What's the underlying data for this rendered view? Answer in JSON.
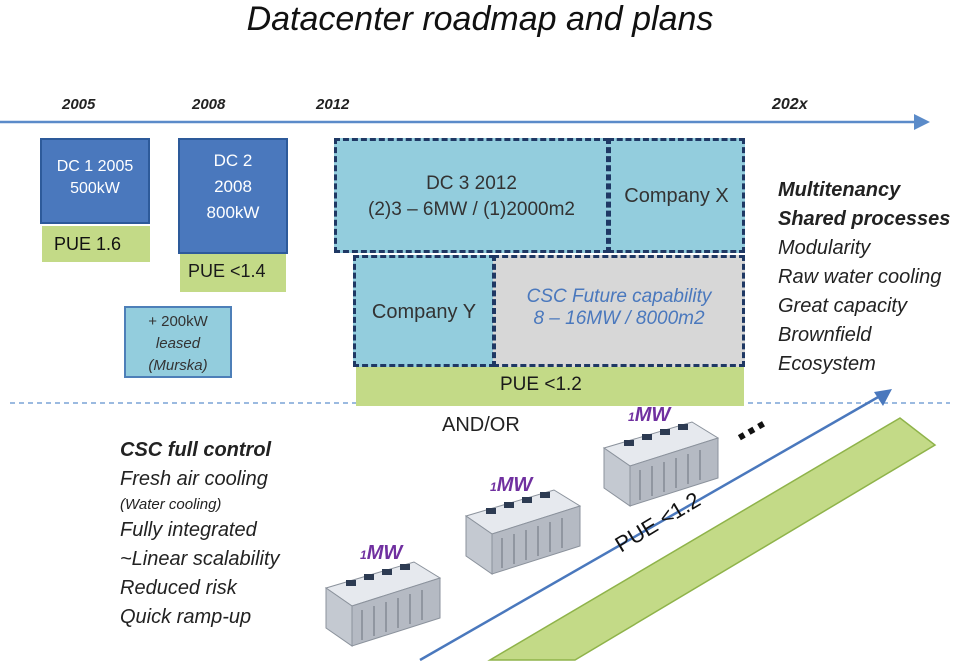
{
  "title": "Datacenter roadmap and plans",
  "timeline": {
    "years": [
      "2005",
      "2008",
      "2012",
      "202x"
    ]
  },
  "dc1": {
    "line1": "DC 1 2005",
    "line2": "500kW",
    "pue": "PUE 1.6"
  },
  "dc2": {
    "line1": "DC 2",
    "line2": "2008",
    "line3": "800kW",
    "pue": "PUE <1.4"
  },
  "leased": {
    "line1": "+ 200kW",
    "line2": "leased",
    "line3": "(Murska)"
  },
  "dc3": {
    "line1": "DC 3 2012",
    "line2": "(2)3 – 6MW / (1)2000m2"
  },
  "company_x": "Company X",
  "company_y": "Company Y",
  "csc_future": {
    "line1": "CSC Future capability",
    "line2": "8 – 16MW / 8000m2"
  },
  "pue_dc3": "PUE <1.2",
  "and_or": "AND/OR",
  "csc_control": {
    "heading": "CSC full control",
    "items": [
      "Fresh air cooling",
      "(Water cooling)",
      "Fully integrated",
      "~Linear scalability",
      "Reduced risk",
      "Quick ramp-up"
    ]
  },
  "features": [
    "Multitenancy",
    "Shared processes",
    "Modularity",
    "Raw water cooling",
    "Great capacity",
    "Brownfield",
    "Ecosystem"
  ],
  "modules": [
    {
      "num": "1",
      "unit": "MW"
    },
    {
      "num": "1",
      "unit": "MW"
    },
    {
      "num": "1",
      "unit": "MW"
    }
  ],
  "ramp_pue": "PUE <1.2",
  "ellipsis": "...",
  "colors": {
    "dark_blue": "#4a78bd",
    "light_blue": "#93cddd",
    "green": "#c3da87",
    "grey": "#d7d7d7",
    "purple": "#7030a0",
    "arrow": "#4a78bd"
  }
}
